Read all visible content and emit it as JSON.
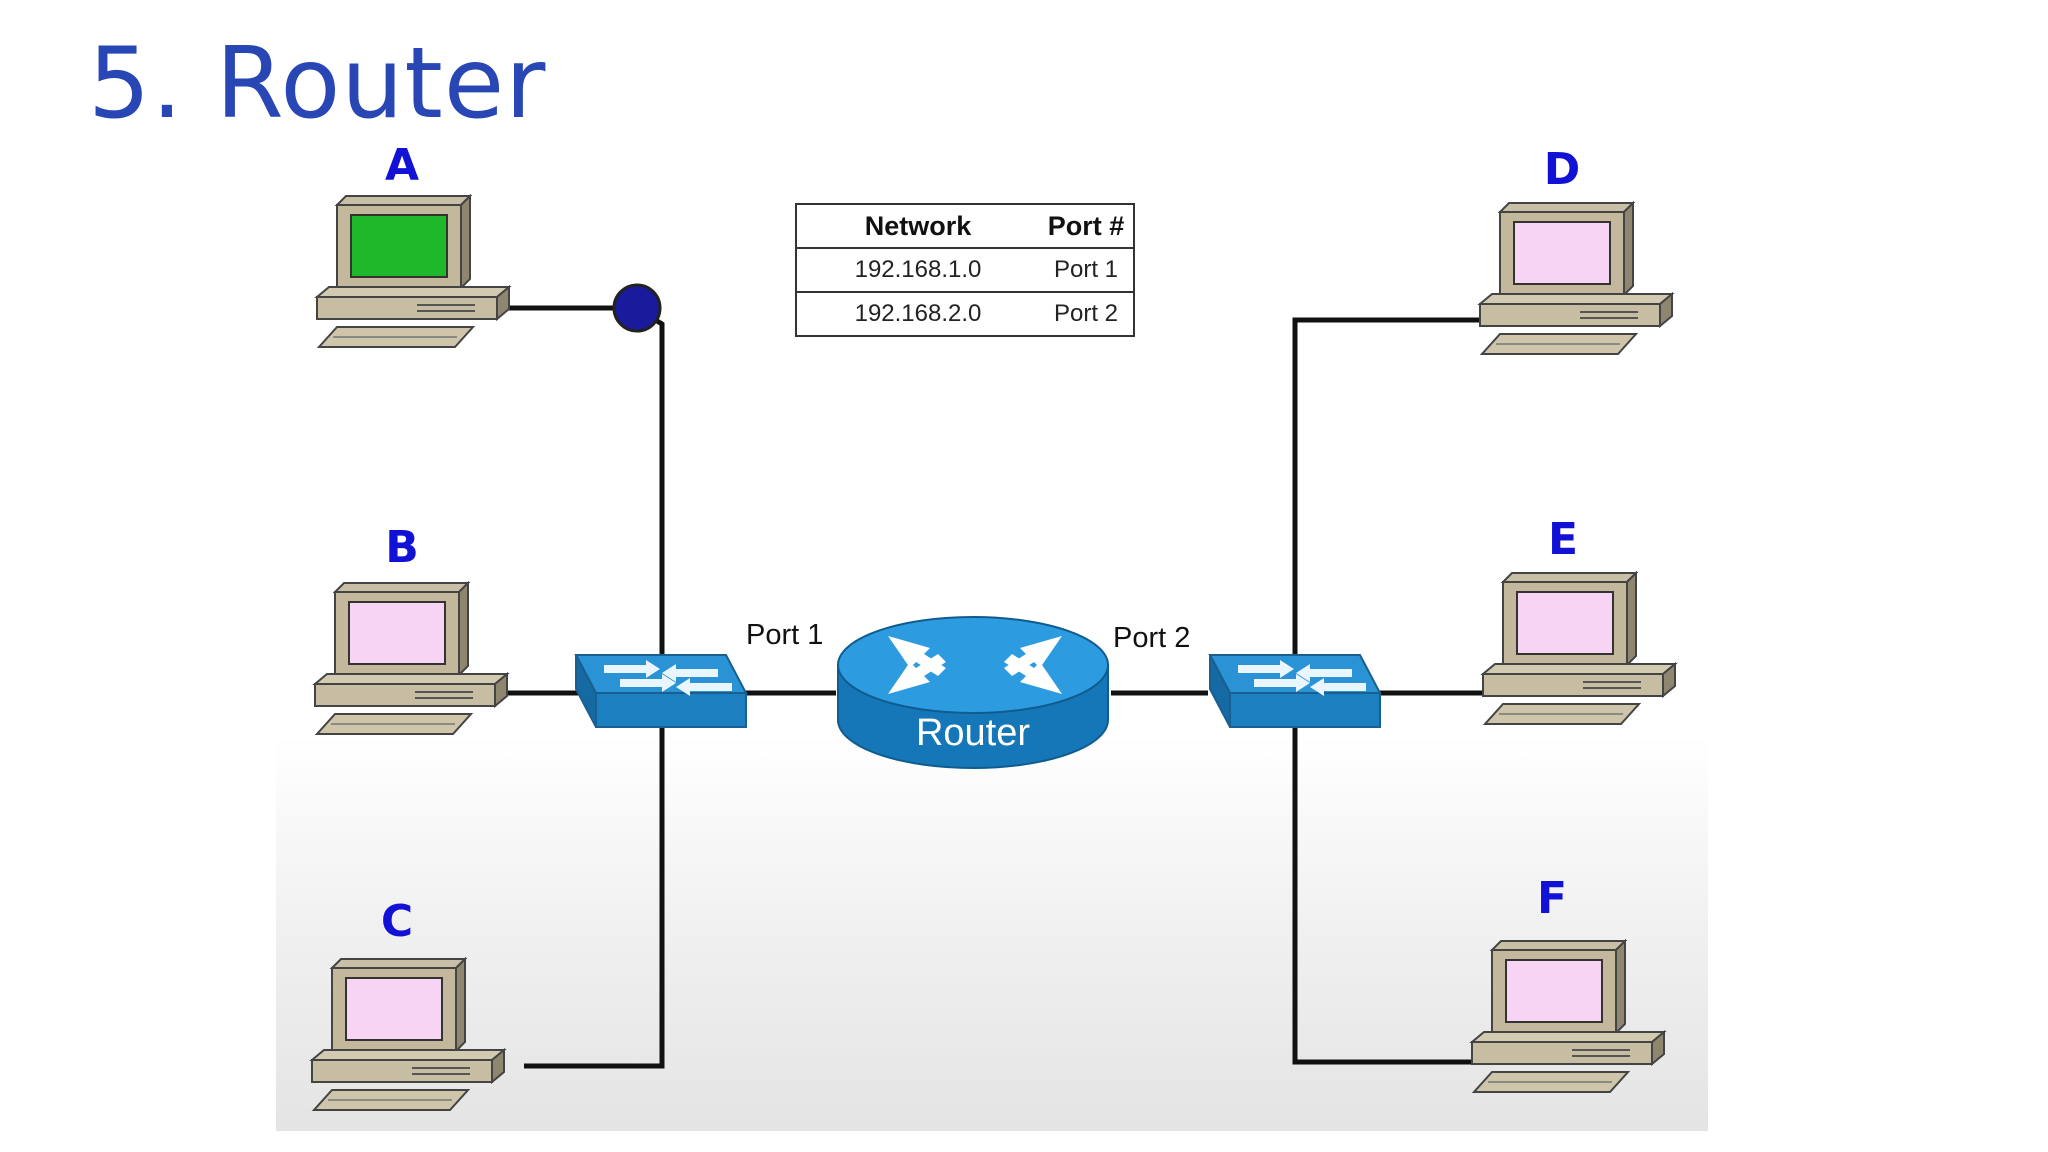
{
  "slide": {
    "title": "5. Router"
  },
  "routing_table": {
    "headers": {
      "network": "Network",
      "port": "Port #"
    },
    "rows": [
      {
        "network": "192.168.1.0",
        "port": "Port 1"
      },
      {
        "network": "192.168.2.0",
        "port": "Port 2"
      }
    ]
  },
  "computers": {
    "a": {
      "label": "A",
      "screen_color": "#1fb82a"
    },
    "b": {
      "label": "B",
      "screen_color": "#f8d4f4"
    },
    "c": {
      "label": "C",
      "screen_color": "#f8d4f4"
    },
    "d": {
      "label": "D",
      "screen_color": "#f8d4f4"
    },
    "e": {
      "label": "E",
      "screen_color": "#f8d4f4"
    },
    "f": {
      "label": "F",
      "screen_color": "#f8d4f4"
    }
  },
  "router": {
    "label": "Router",
    "color": "#1e8fd0"
  },
  "ports": {
    "port1": "Port 1",
    "port2": "Port 2"
  },
  "colors": {
    "title": "#2847b5",
    "pc_label": "#1212d6",
    "switch": "#1e8fd0",
    "packet_dot": "#1a1a9c",
    "cable": "#111111"
  }
}
